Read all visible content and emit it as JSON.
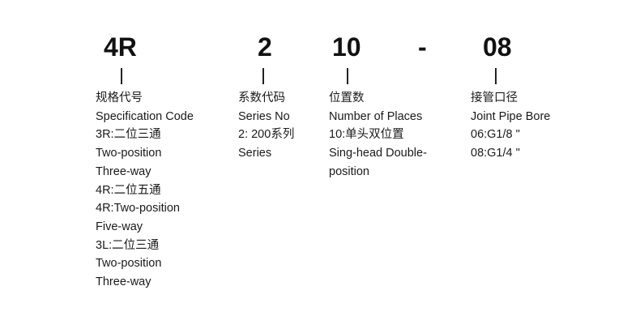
{
  "codes": {
    "series_code": "4R",
    "series_no": "2",
    "places": "10",
    "dash": "-",
    "bore": "08"
  },
  "columns": {
    "spec": {
      "lines": [
        "规格代号",
        "Specification Code",
        "3R:二位三通",
        "Two-position",
        "Three-way",
        "4R:二位五通",
        "4R:Two-position",
        "Five-way",
        "3L:二位三通",
        "Two-position",
        "Three-way"
      ]
    },
    "series": {
      "lines": [
        "系数代码",
        "Series No",
        "2: 200系列",
        "Series"
      ]
    },
    "places": {
      "lines": [
        "位置数",
        "Number of Places",
        "10:单头双位置",
        "Sing-head Double-",
        "position"
      ]
    },
    "bore": {
      "lines": [
        "接管口径",
        "Joint Pipe Bore",
        "06:G1/8 \"",
        "08:G1/4 \""
      ]
    }
  }
}
